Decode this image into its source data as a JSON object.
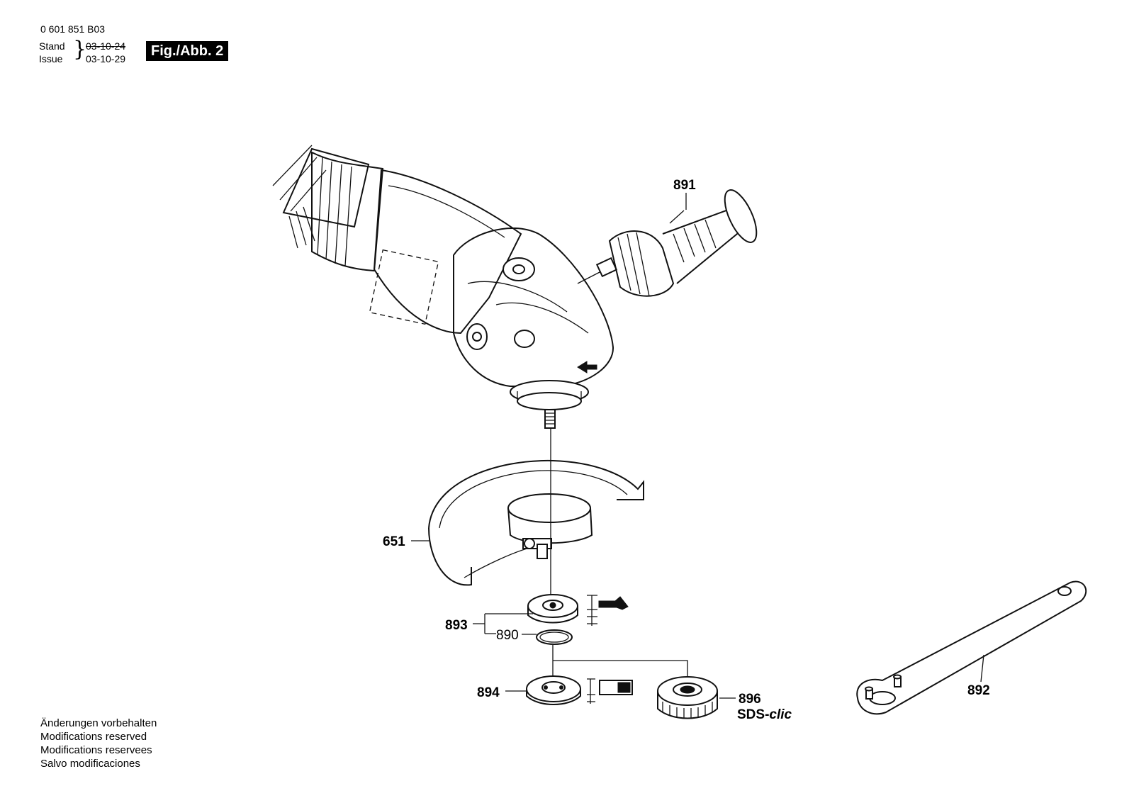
{
  "header": {
    "doc_number": "0 601 851 B03",
    "stand_label": "Stand",
    "issue_label": "Issue",
    "stand_date_struck": "03-10-24",
    "issue_date": "03-10-29",
    "figure_label": "Fig./Abb. 2"
  },
  "parts": {
    "p891": "891",
    "p651": "651",
    "p893": "893",
    "p890": "890",
    "p894": "894",
    "p896": "896",
    "p892": "892",
    "sds_prefix": "SDS-",
    "sds_suffix": "clic"
  },
  "notes": [
    "Änderungen vorbehalten",
    "Modifications reserved",
    "Modifications reservees",
    "Salvo modificaciones"
  ]
}
